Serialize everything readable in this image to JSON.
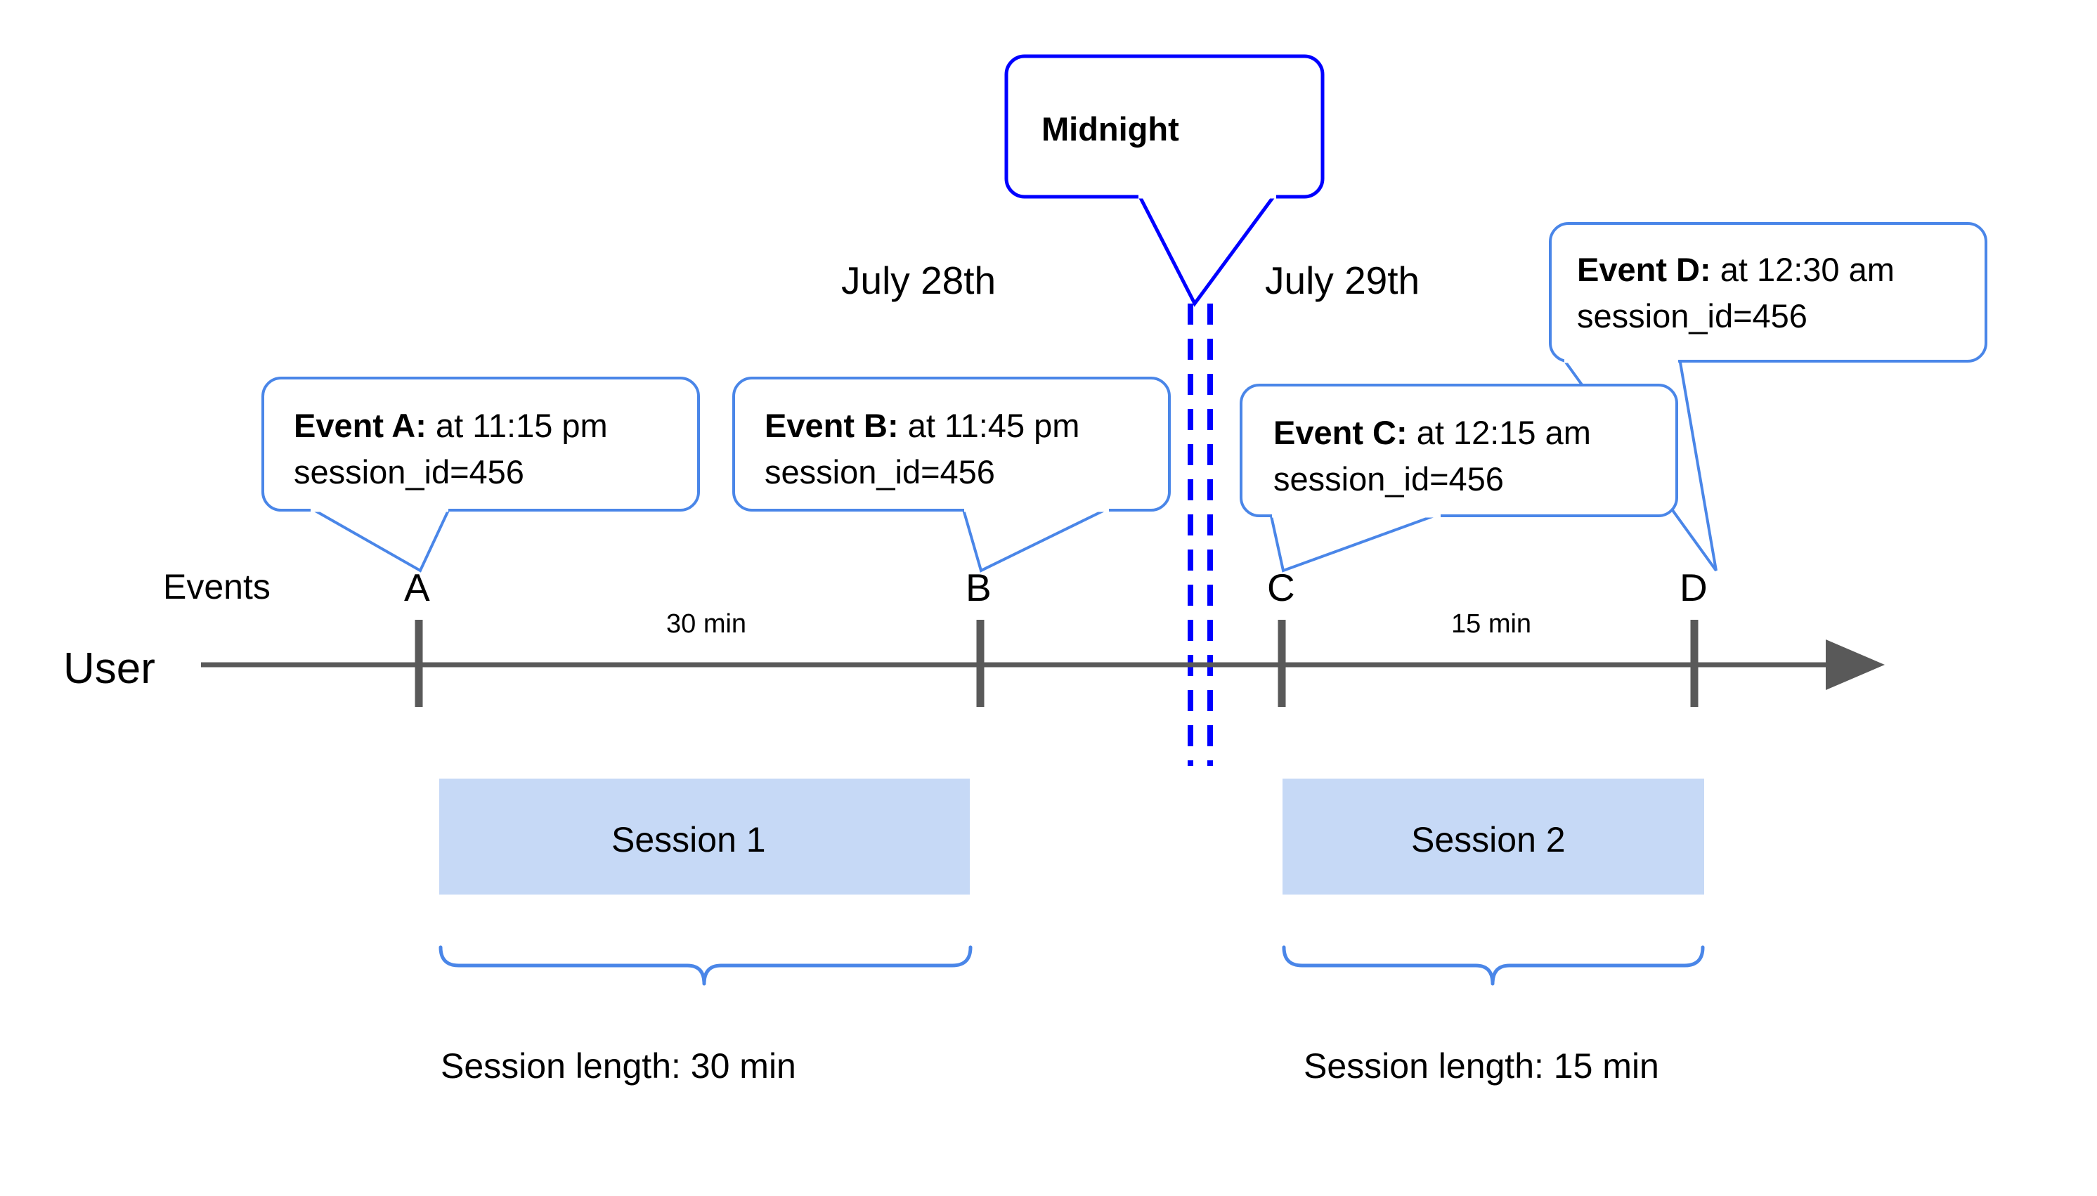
{
  "diagram": {
    "title_row": {
      "user_label": "User",
      "events_label": "Events"
    },
    "midnight_callout": {
      "label": "Midnight",
      "border_color": "#0000FF"
    },
    "date_labels": [
      {
        "text": "July 28th"
      },
      {
        "text": "July 29th"
      }
    ],
    "event_callouts": [
      {
        "id": "A",
        "bold": "Event A:",
        "rest": " at 11:15 pm",
        "line2": "session_id=456"
      },
      {
        "id": "B",
        "bold": "Event B:",
        "rest": " at 11:45 pm",
        "line2": "session_id=456"
      },
      {
        "id": "C",
        "bold": "Event C:",
        "rest": " at 12:15 am",
        "line2": "session_id=456"
      },
      {
        "id": "D",
        "bold": "Event D:",
        "rest": " at 12:30 am",
        "line2": "session_id=456"
      }
    ],
    "timeline": {
      "tick_labels": [
        "A",
        "B",
        "C",
        "D"
      ],
      "durations": [
        {
          "text": "30 min"
        },
        {
          "text": "15 min"
        }
      ],
      "axis_color": "#595959",
      "arrow_direction": "right"
    },
    "sessions": [
      {
        "label": "Session 1",
        "length_label": "Session length: 30 min",
        "fill": "#C6D9F6"
      },
      {
        "label": "Session 2",
        "length_label": "Session length: 15 min",
        "fill": "#C6D9F6"
      }
    ]
  }
}
